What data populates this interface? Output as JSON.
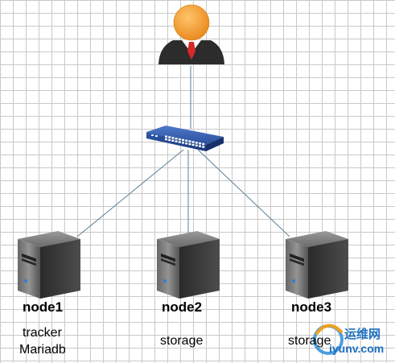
{
  "nodes": [
    {
      "name": "node1",
      "roles": [
        "tracker",
        "Mariadb"
      ]
    },
    {
      "name": "node2",
      "roles": [
        "storage"
      ]
    },
    {
      "name": "node3",
      "roles": [
        "storage"
      ]
    }
  ],
  "icons": {
    "user": "user-icon",
    "switch": "network-switch-icon",
    "server": "server-icon"
  },
  "watermark": {
    "chinese": "运维网",
    "domain": "iyunv.com"
  },
  "colors": {
    "grid": "#c9c9c9",
    "line": "#5b7f95",
    "switch": "#2a4f9c",
    "user_head": "#f39a2b",
    "tie": "#d8282a",
    "server": "#3a3a3a",
    "server_led": "#2d7ce0"
  }
}
